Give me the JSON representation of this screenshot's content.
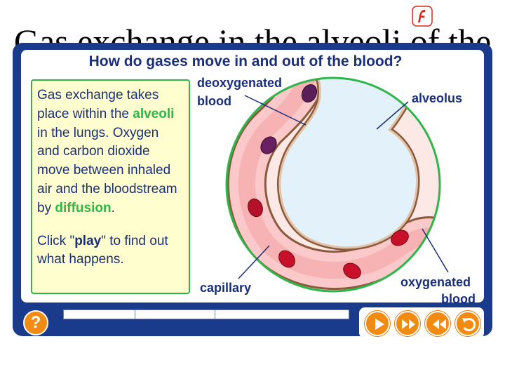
{
  "slide": {
    "background_title": "Gas exchange in the alveoli of the",
    "heading": "How do gases move in and out of the blood?"
  },
  "textbox": {
    "p1_a": "Gas exchange takes place within the ",
    "p1_b": "alveoli",
    "p1_c": " in the lungs. Oxygen and carbon dioxide move between inhaled air and the bloodstream by ",
    "p1_d": "diffusion",
    "p1_e": ".",
    "p2_a": "Click \"",
    "p2_b": "play",
    "p2_c": "\" to find out what happens."
  },
  "labels": {
    "deoxygenated": "deoxygenated",
    "blood_top": "blood",
    "alveolus": "alveolus",
    "capillary": "capillary",
    "oxygenated": "oxygenated",
    "blood_bottom": "blood"
  },
  "controls": {
    "help": "?",
    "icons": [
      "play-icon",
      "fast-forward-icon",
      "rewind-icon",
      "replay-icon"
    ]
  },
  "colors": {
    "frame": "#1a3a8c",
    "accent_green": "#2fb54a",
    "button_orange": "#f28b12",
    "text_blue": "#1a2f7a"
  }
}
